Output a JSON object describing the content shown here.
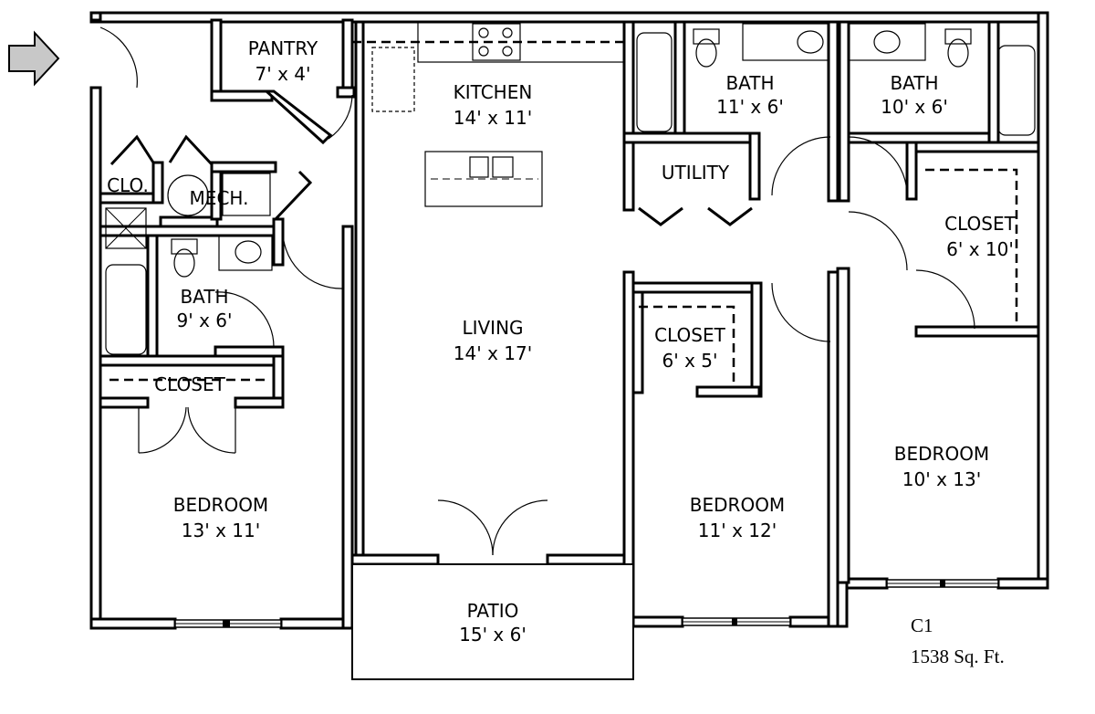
{
  "plan": {
    "unit_name": "C1",
    "area": "1538 Sq. Ft."
  },
  "rooms": {
    "pantry": {
      "name": "PANTRY",
      "size": "7' x 4'"
    },
    "kitchen": {
      "name": "KITCHEN",
      "size": "14' x 11'"
    },
    "bath_center": {
      "name": "BATH",
      "size": "11' x 6'"
    },
    "bath_right": {
      "name": "BATH",
      "size": "10' x 6'"
    },
    "clo": {
      "name": "CLO."
    },
    "mech": {
      "name": "MECH."
    },
    "utility": {
      "name": "UTILITY"
    },
    "closet_right": {
      "name": "CLOSET",
      "size": "6' x 10'"
    },
    "bath_left": {
      "name": "BATH",
      "size": "9' x 6'"
    },
    "living": {
      "name": "LIVING",
      "size": "14' x 17'"
    },
    "closet_center": {
      "name": "CLOSET",
      "size": "6' x 5'"
    },
    "closet_left": {
      "name": "CLOSET"
    },
    "bedroom_right": {
      "name": "BEDROOM",
      "size": "10' x 13'"
    },
    "bedroom_left": {
      "name": "BEDROOM",
      "size": "13' x 11'"
    },
    "bedroom_center": {
      "name": "BEDROOM",
      "size": "11' x 12'"
    },
    "patio": {
      "name": "PATIO",
      "size": "15' x 6'"
    }
  },
  "icons": {
    "entry": "entry-arrow-icon"
  }
}
